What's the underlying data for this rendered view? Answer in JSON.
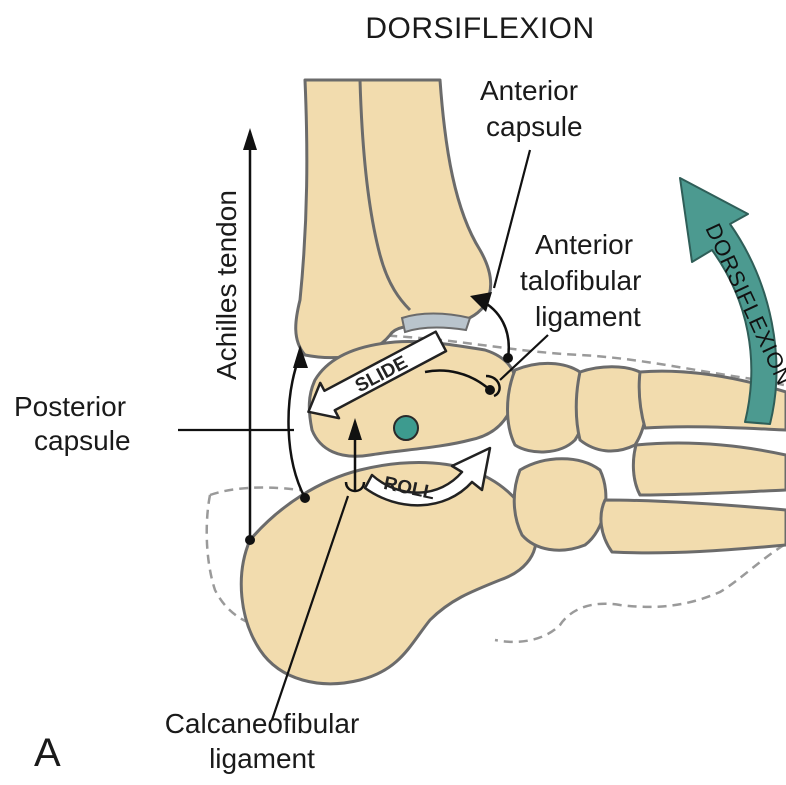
{
  "figure": {
    "panel_letter": "A",
    "title": "DORSIFLEXION"
  },
  "labels": {
    "achilles": "Achilles tendon",
    "anterior_capsule": [
      "Anterior",
      "capsule"
    ],
    "anterior_talofibular": [
      "Anterior",
      "talofibular",
      "ligament"
    ],
    "posterior_capsule": [
      "Posterior",
      "capsule"
    ],
    "calcaneofibular": [
      "Calcaneofibular",
      "ligament"
    ],
    "slide": "SLIDE",
    "roll": "ROLL",
    "rotation_arrow": "DORSIFLEXION"
  },
  "colors": {
    "bone": "#f2dcae",
    "cartilage": "#b9c4cc",
    "rotation_arrow": "#4c9a90",
    "axis_dot": "#3d9b8f"
  }
}
